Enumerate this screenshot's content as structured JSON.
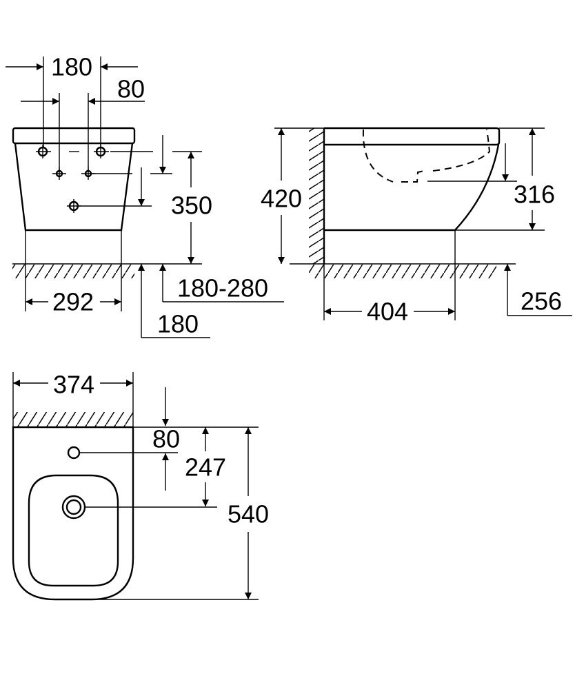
{
  "title": "Floor-standing bidet dimension drawing",
  "front_view": {
    "width_top_holes": "180",
    "width_inner_holes": "80",
    "height_holes": "350",
    "supply_height_range": "180-280",
    "waste_height": "180",
    "base_width": "292"
  },
  "side_view": {
    "total_height": "420",
    "bowl_height": "316",
    "depth_base": "404",
    "waste_offset": "256"
  },
  "top_view": {
    "width": "374",
    "tap_hole_distance": "80",
    "drain_distance": "247",
    "length": "540"
  }
}
